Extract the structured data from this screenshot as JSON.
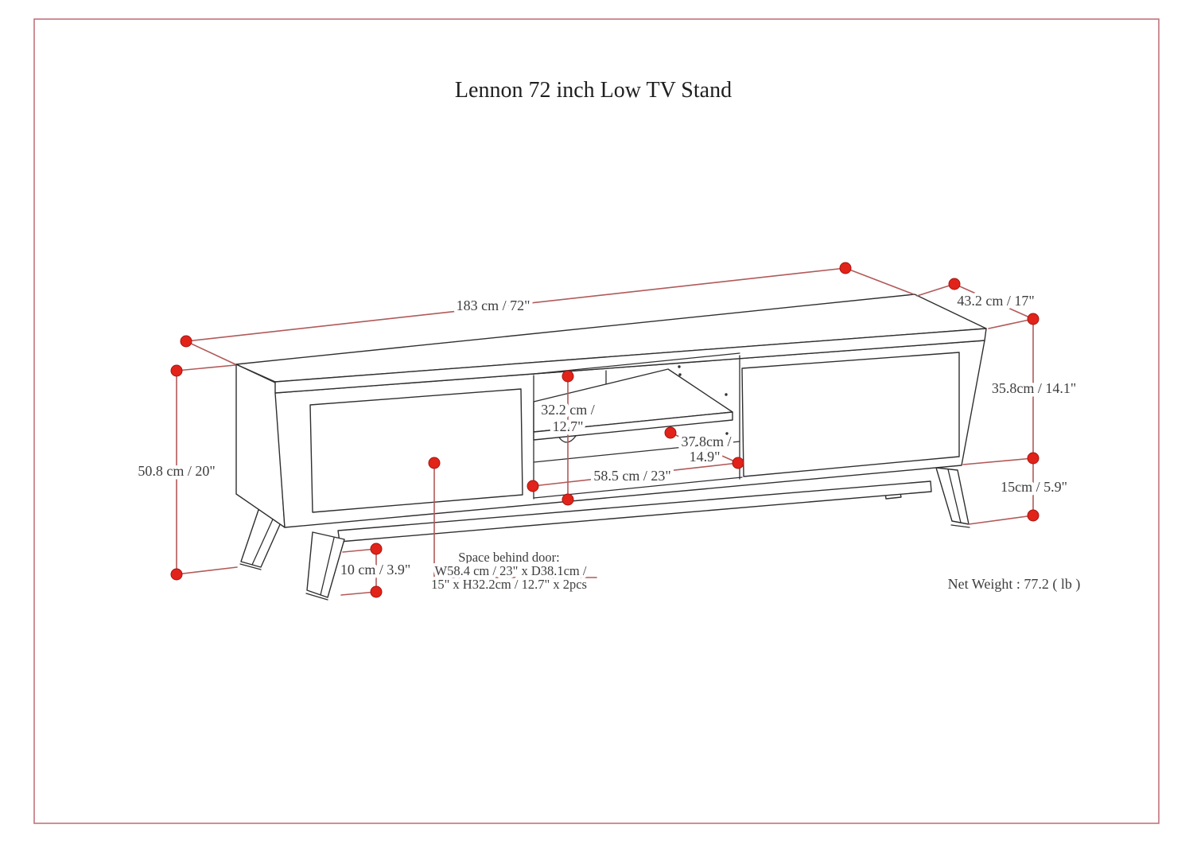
{
  "page": {
    "title": "Lennon 72 inch Low TV Stand",
    "net_weight": "Net Weight : 77.2 ( lb )",
    "border_color": "#c1737c",
    "dimension_line_color": "#b25959",
    "dimension_dot_color": "#e2231a",
    "drawing_line_color": "#2f2f2f"
  },
  "dimensions": {
    "overall_width": "183 cm / 72\"",
    "overall_depth": "43.2 cm / 17\"",
    "overall_height": "50.8 cm / 20\"",
    "cabinet_height": "35.8cm / 14.1\"",
    "leg_height_right": "15cm / 5.9\"",
    "opening_height_line1": "32.2 cm /",
    "opening_height_line2": "12.7\"",
    "opening_depth_line1": "37.8cm /",
    "opening_depth_line2": "14.9\"",
    "opening_width": "58.5 cm / 23\"",
    "leg_clearance": "10 cm / 3.9\"",
    "space_behind_door_line1": "Space behind door:",
    "space_behind_door_line2": "W58.4 cm / 23\" x D38.1cm /",
    "space_behind_door_line3": "15\" x H32.2cm / 12.7\" x 2pcs"
  }
}
